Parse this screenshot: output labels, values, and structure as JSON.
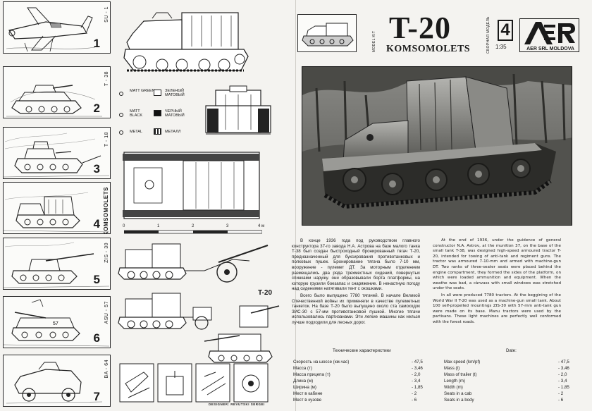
{
  "sidebar": [
    {
      "num": "1",
      "label": "SU - 1",
      "bold": false
    },
    {
      "num": "2",
      "label": "T - 38",
      "bold": false
    },
    {
      "num": "3",
      "label": "T - 18",
      "bold": false
    },
    {
      "num": "4",
      "label": "KOMSOMOLETS",
      "bold": true
    },
    {
      "num": "5",
      "label": "ZIS - 30",
      "bold": false
    },
    {
      "num": "6",
      "label": "ASU - 57",
      "bold": false
    },
    {
      "num": "7",
      "label": "BA - 64",
      "bold": false
    }
  ],
  "legend": {
    "matt_green": "MATT GREEN",
    "zeleny": "ЗЕЛЕНЫЙ МАТОВЫЙ",
    "matt_black": "MATT BLACK",
    "cherny": "ЧЕРНЫЙ МАТОВЫЙ",
    "metal": "METAL",
    "metall": "МЕТАЛЛ"
  },
  "scale_bar": {
    "ticks": [
      "0",
      "1",
      "2",
      "3",
      "4 м"
    ]
  },
  "drawing_label": "T-20",
  "header": {
    "model_kit": "MODEL KIT",
    "title": "T-20",
    "subtitle": "KOMSOMOLETS",
    "sbornaya": "СБОРНАЯ МОДЕЛЬ",
    "scale_num": "4",
    "scale": "1:35",
    "logo_text": "AER",
    "company": "AER SRL MOLDOVA"
  },
  "russian_text": [
    "В конце 1936 года под руководством главного конструктора 37-го завода Н.А. Астрова на базе малого танка Т-38 был создан быстроходный бронированный тягач Т-20, предназначенный для буксирования противотанковых и полковых пушек. Бронирование тягача было 7-10 мм, вооружение - пулемет ДТ. За моторным отделением размещались два ряда трехместных сидений, повернутых спинками наружу. они образовывали борта платформы, на которую грузили боезапас и снаряжение. В ненастную погоду над сидениями натягивали тент с окошками.",
    "Всего было выпущено 7780 тягачей. В начале Великой Отечественной войны их применяли в качестве пулеметных танкеток. На базе Т-20 было выпущено около ста самоходок ЗИС-30 с 57-мм противотанковой пушкой. Многие тягачи использовались партизанами. Эти легкие машины как нельзя лучше подходили для лесных дорог."
  ],
  "english_text": [
    "At the end of 1936, under the guidence of general constructor N.A. Astrov, at the munition 37, on the base of the small tank T-38, was designed high-speed armoured tractor T-20, intended for towing of anti-tank and regiment guns. The tractor was armoured 7-10-mm and armed with machine-gun DT. Two ranks of three-seater seats were placed behind the engine compartment, they formed the sides of the platform, on which were loaded ammunition and equipment. When the weathe was bad, a cànvass with small windows was stretched under the seats.",
    "In all were produced 7780 tractors. At the beggining of the World War II T-20 was used as a machine-gun small tank. About 100 self-propelled mountings ZIS-30 with 57-mm anti-tank gun were made on its base. Manu tractors were used by the partisans. These light machines are perfectly well conformed with the forest roads."
  ],
  "specs_ru": {
    "title": "Технические характеристики",
    "rows": [
      {
        "label": "Скорость на шоссе (км.час)",
        "value": "- 47,5"
      },
      {
        "label": "Масса (т)",
        "value": "- 3,46"
      },
      {
        "label": "Масса прицепа (т)",
        "value": "- 2,0"
      },
      {
        "label": "Длина (м)",
        "value": "- 3,4"
      },
      {
        "label": "Ширина (м)",
        "value": "- 1,85"
      },
      {
        "label": "Мест в кабине",
        "value": "- 2"
      },
      {
        "label": "Мест в кузове",
        "value": "- 6"
      }
    ]
  },
  "specs_en": {
    "title": "Date:",
    "rows": [
      {
        "label": "Max speed (km/pf)",
        "value": "- 47,5"
      },
      {
        "label": "Mass (t)",
        "value": "- 3,46"
      },
      {
        "label": "Mass of trailer (t)",
        "value": "- 2,0"
      },
      {
        "label": "Length (m)",
        "value": "- 3,4"
      },
      {
        "label": "Width (m)",
        "value": "- 1,85"
      },
      {
        "label": "Seats in a cab",
        "value": "- 2"
      },
      {
        "label": "Seats in a body",
        "value": "- 6"
      }
    ]
  },
  "credit": "DESIGNER: REVUTSKI SERGEI"
}
